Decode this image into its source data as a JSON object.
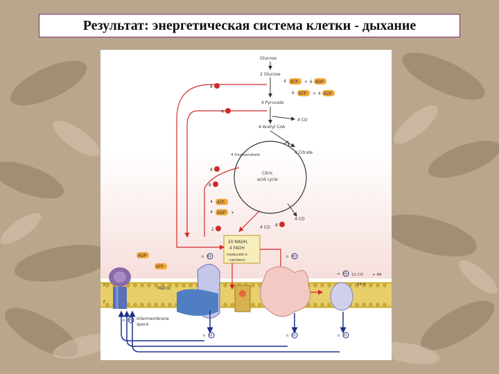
{
  "title": "Результат: энергетическая система клетки - дыхание",
  "diagram": {
    "glucose": "Glucose",
    "glucose_2": "2 Glucose",
    "pyruvate": "4 Pyruvate",
    "co2_1": "4 CO",
    "acetyl": "4 Acetyl CoA",
    "oxaloacetate": "4 Oxaloacetate",
    "citrate": "4 Citrate",
    "cycle_1": "Citric",
    "cycle_2": "acid cycle",
    "co2_2": "4 CO",
    "co2_3": "4 CO",
    "nadh_1": "20 NADH,",
    "nadh_2": "4 FADH",
    "nadh_3": "(reduced e⁻",
    "nadh_4": "carriers)",
    "atp": "ATP",
    "adp": "ADP",
    "n_left_1": "2",
    "n_left_2": "4",
    "n_left_3": "8",
    "n_left_4": "8",
    "n_left_5": "4",
    "n_left_6": "4",
    "n_left_7": "8",
    "n_right_1": "4",
    "n_right_2": "6",
    "n_right_3": "4",
    "n_right_4": "6",
    "n_right_5": "8",
    "o2_label": "12 CO",
    "o2_label_2": "+ 48",
    "water": "24 H",
    "matrix": "Matrix",
    "intermembrane_1": "Intermembrane",
    "intermembrane_2": "space",
    "f0": "F",
    "f1": "F",
    "n_h": "n",
    "h": "H",
    "plus": "+"
  }
}
